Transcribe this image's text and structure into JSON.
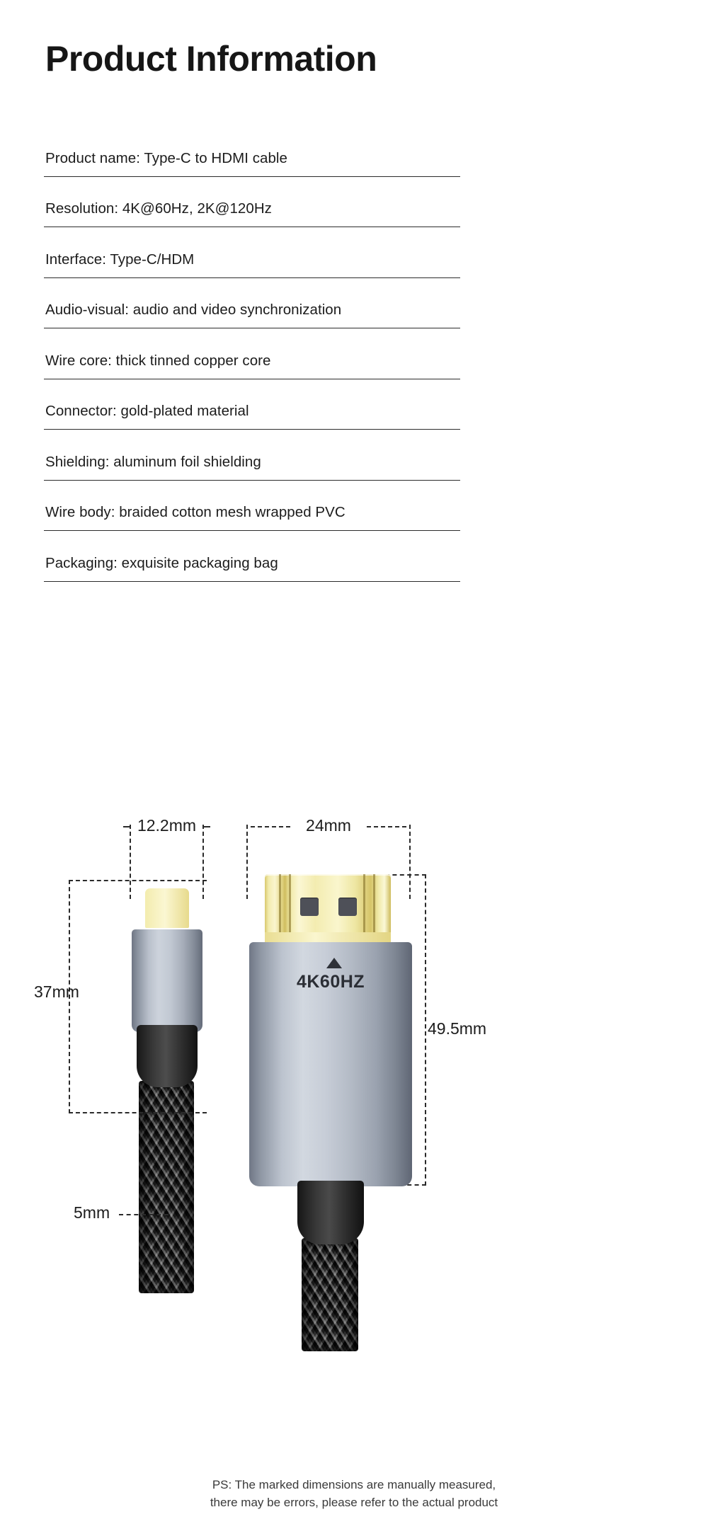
{
  "page": {
    "title": "Product Information",
    "background_color": "#ffffff"
  },
  "specs": [
    {
      "label": "Product name",
      "value": "Type-C to HDMI cable",
      "text": "Product name: Type-C to HDMI cable"
    },
    {
      "label": "Resolution",
      "value": "4K@60Hz, 2K@120Hz",
      "text": "Resolution: 4K@60Hz, 2K@120Hz"
    },
    {
      "label": "Interface",
      "value": "Type-C/HDM",
      "text": "Interface: Type-C/HDM"
    },
    {
      "label": "Audio-visual",
      "value": "audio and video synchronization",
      "text": "Audio-visual: audio and video synchronization"
    },
    {
      "label": "Wire core",
      "value": "thick tinned copper core",
      "text": "Wire core: thick tinned copper core"
    },
    {
      "label": "Connector",
      "value": "gold-plated material",
      "text": "Connector: gold-plated material"
    },
    {
      "label": "Shielding",
      "value": "aluminum foil shielding",
      "text": "Shielding: aluminum foil shielding"
    },
    {
      "label": "Wire body",
      "value": "braided cotton mesh wrapped PVC",
      "text": "Wire body: braided cotton mesh wrapped PVC"
    },
    {
      "label": "Packaging",
      "value": "exquisite packaging bag",
      "text": "Packaging: exquisite packaging bag"
    }
  ],
  "diagram": {
    "typec": {
      "width_label": "12.2mm",
      "height_label": "37mm",
      "cable_label": "5mm"
    },
    "hdmi": {
      "width_label": "24mm",
      "height_label": "49.5mm",
      "marking": "4K60HZ"
    },
    "colors": {
      "gold": "#f2ebae",
      "aluminum": "#c2c9d3",
      "braid_black": "#1b1b1b",
      "dimension_line": "#2a2a2a"
    }
  },
  "footer": {
    "line1": "PS: The marked dimensions are manually measured,",
    "line2": "there may be errors, please refer to the actual product"
  }
}
